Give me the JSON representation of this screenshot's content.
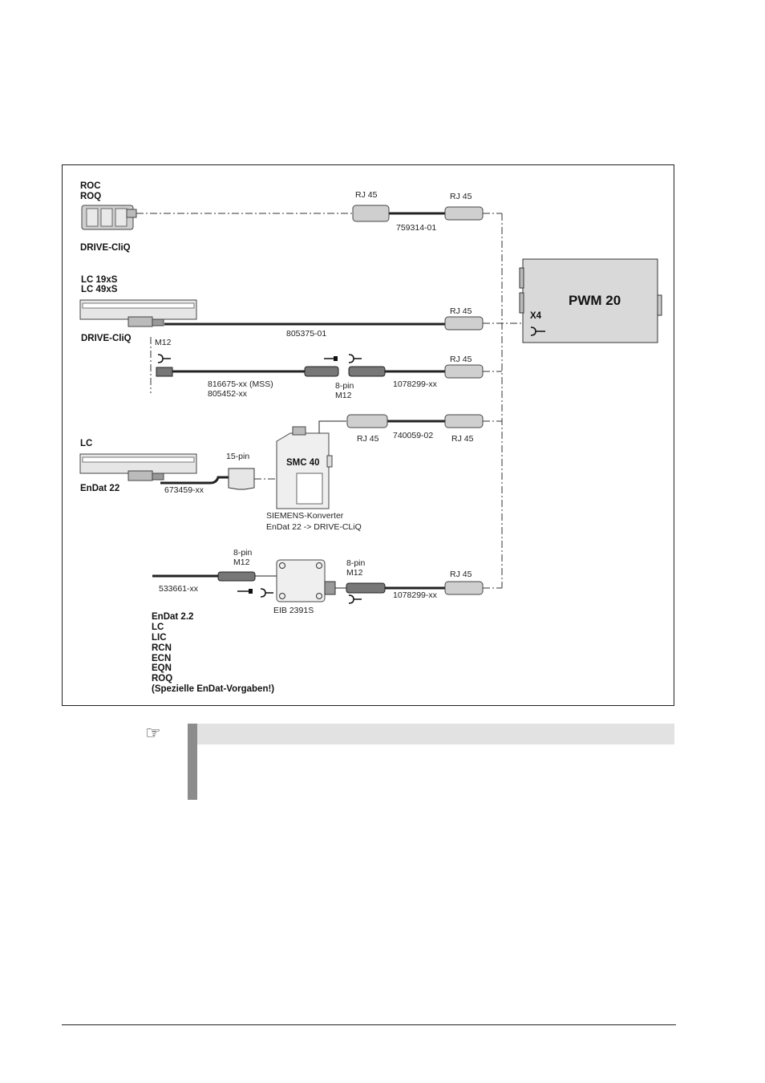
{
  "encoders": {
    "roc": {
      "line1": "ROC",
      "line2": "ROQ",
      "interface": "DRIVE-CliQ"
    },
    "lc19": {
      "line1": "LC 19xS",
      "line2": "LC 49xS",
      "interface": "DRIVE-CliQ"
    },
    "lc": {
      "name": "LC",
      "interface": "EnDat 22"
    },
    "endat_list": [
      "EnDat 2.2",
      "LC",
      "LIC",
      "RCN",
      "ECN",
      "EQN",
      "ROQ",
      "(Spezielle EnDat-Vorgaben!)"
    ]
  },
  "connectors": {
    "rj45": "RJ 45",
    "m12": "M12",
    "pin8": "8-pin",
    "pin15": "15-pin"
  },
  "cables": {
    "c759314": "759314-01",
    "c805375": "805375-01",
    "c816675": "816675-xx (MSS)",
    "c805452": "805452-xx",
    "c1078299a": "1078299-xx",
    "c740059": "740059-02",
    "c673459": "673459-xx",
    "c533661": "533661-xx",
    "c1078299b": "1078299-xx"
  },
  "devices": {
    "pwm": {
      "name": "PWM 20",
      "port": "X4"
    },
    "smc": {
      "name": "SMC 40",
      "caption1": "SIEMENS-Konverter",
      "caption2": "EnDat 22  -> DRIVE-CLiQ"
    },
    "eib": {
      "name": "EIB 2391S"
    }
  },
  "icons": {
    "note": "pointing-hand-icon"
  },
  "colors": {
    "note_bar": "#8c8c8c",
    "note_header": "#e2e2e2",
    "device_fill": "#d9d9d9"
  }
}
